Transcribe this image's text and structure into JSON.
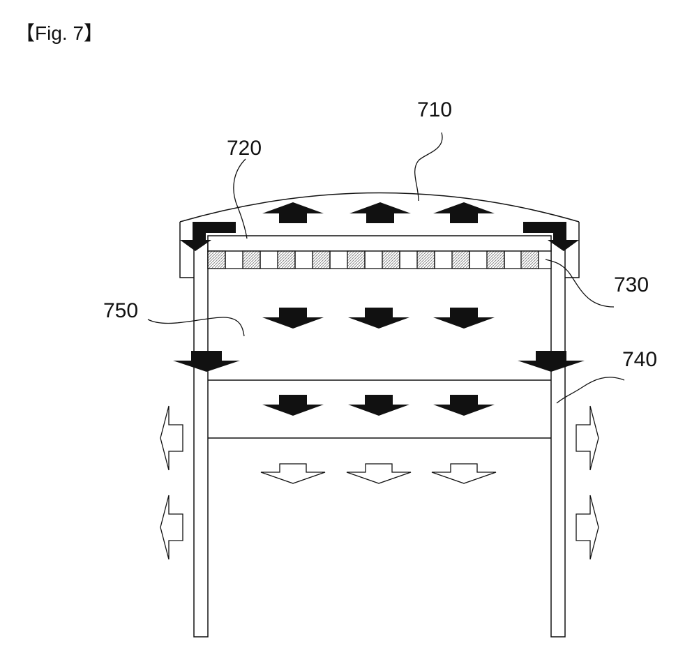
{
  "figure": {
    "title": "【Fig. 7】",
    "labels": {
      "l710": "710",
      "l720": "720",
      "l730": "730",
      "l740": "740",
      "l750": "750"
    }
  },
  "colors": {
    "line": "#111111",
    "hatch": "#9a9a9a",
    "arrow_filled": "#111111",
    "arrow_outline": "#ffffff"
  }
}
